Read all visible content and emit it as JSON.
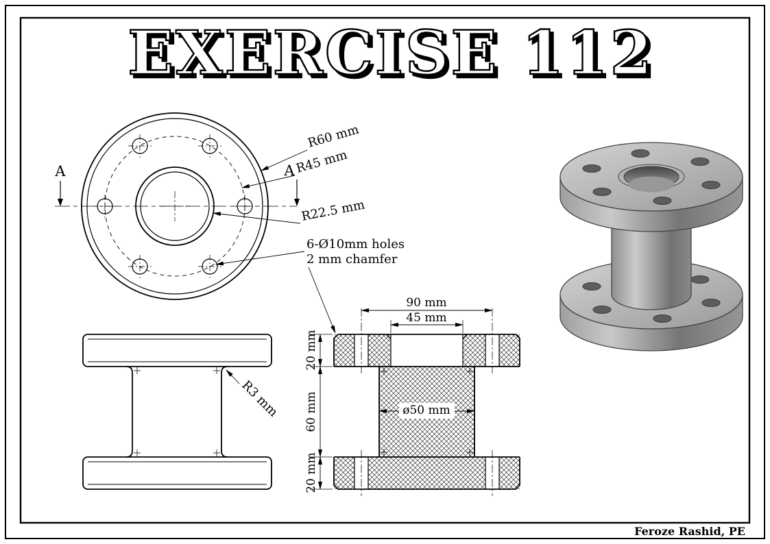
{
  "page": {
    "title": "EXERCISE 112",
    "author": "Feroze Rashid, PE"
  },
  "front_view": {
    "section_label_left": "A",
    "section_label_right": "A",
    "dim_outer_radius": "R60 mm",
    "dim_bolt_circle_radius": "R45 mm",
    "dim_bore_radius": "R22.5 mm",
    "note_holes": "6-Ø10mm holes",
    "note_chamfer": "2 mm chamfer"
  },
  "side_view": {
    "dim_fillet": "R3 mm"
  },
  "section_view": {
    "dim_bolt_circle_diameter": "90 mm",
    "dim_counterbore_width": "45 mm",
    "dim_bore_diameter": "ø50 mm",
    "dim_top_flange_thickness": "20 mm",
    "dim_hub_length": "60 mm",
    "dim_bottom_flange_thickness": "20 mm"
  }
}
